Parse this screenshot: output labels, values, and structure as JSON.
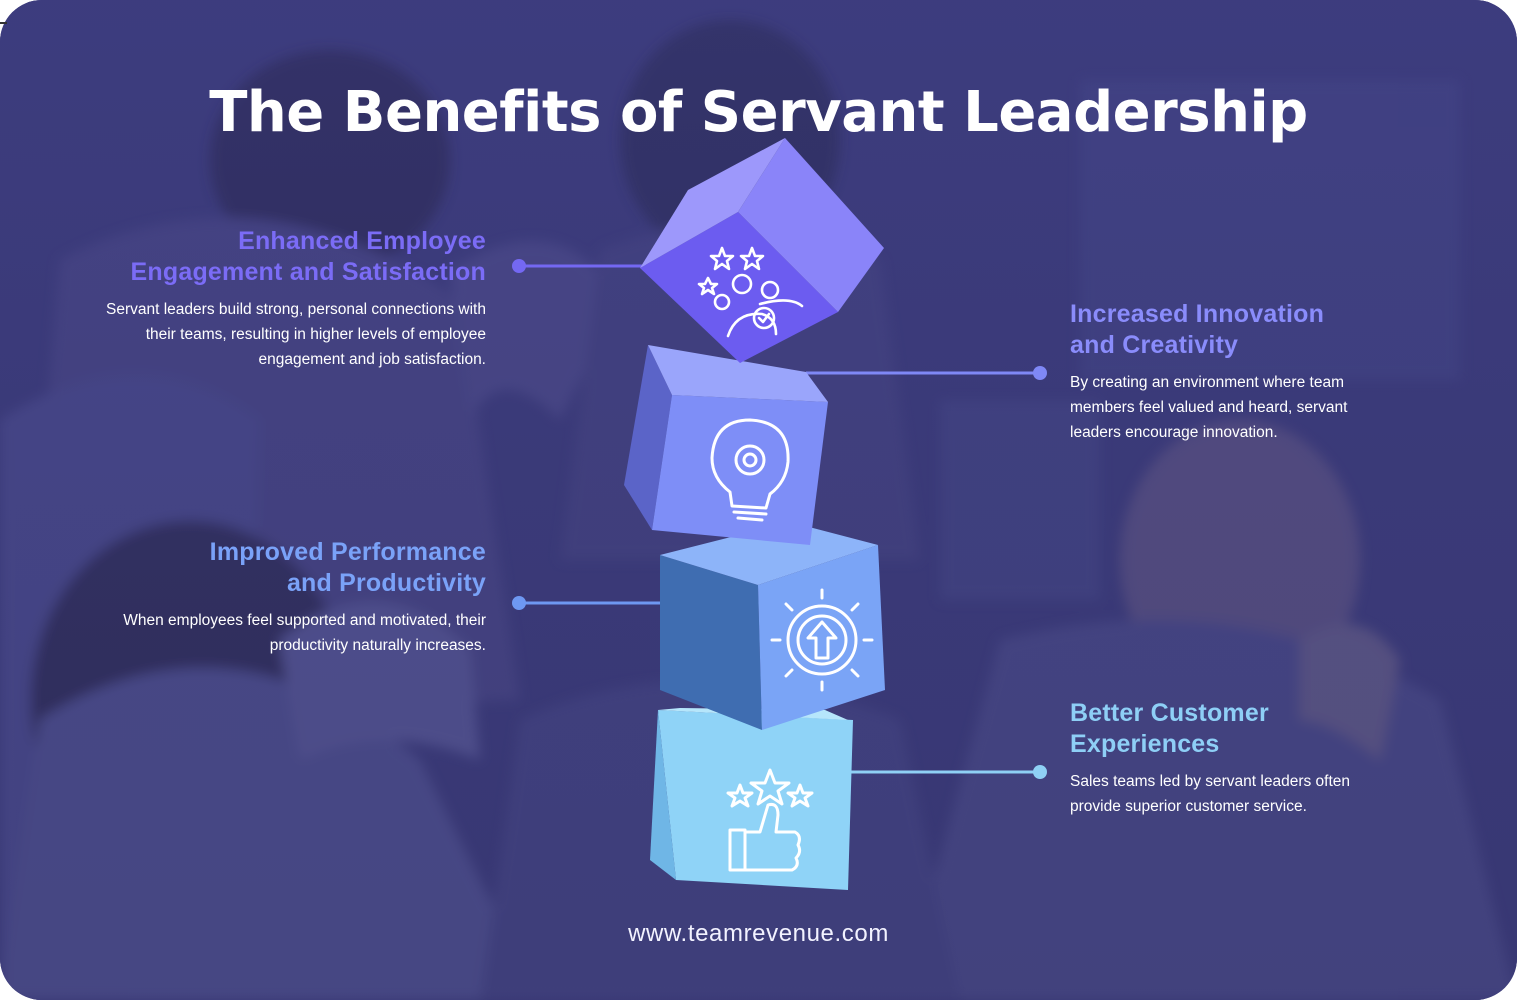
{
  "title": "The Benefits of Servant Leadership",
  "benefits": [
    {
      "heading_line1": "Enhanced Employee",
      "heading_line2": "Engagement and Satisfaction",
      "body": "Servant leaders build strong, personal connections with their teams, resulting in higher levels of employee engagement and job satisfaction.",
      "accent": "#7b6cf6",
      "icon": "team-stars-icon"
    },
    {
      "heading_line1": "Increased Innovation",
      "heading_line2": "and Creativity",
      "body": "By creating an environment where team members feel valued and heard, servant leaders encourage innovation.",
      "accent": "#8a8cfb",
      "icon": "lightbulb-gear-icon"
    },
    {
      "heading_line1": "Improved Performance",
      "heading_line2": "and Productivity",
      "body": "When employees feel supported and motivated, their productivity naturally increases.",
      "accent": "#7aa2f8",
      "icon": "gear-arrow-up-icon"
    },
    {
      "heading_line1": "Better Customer",
      "heading_line2": "Experiences",
      "body": "Sales teams led by servant leaders often provide superior customer service.",
      "accent": "#8ecff6",
      "icon": "thumbs-up-stars-icon"
    }
  ],
  "footer": "www.teamrevenue.com"
}
